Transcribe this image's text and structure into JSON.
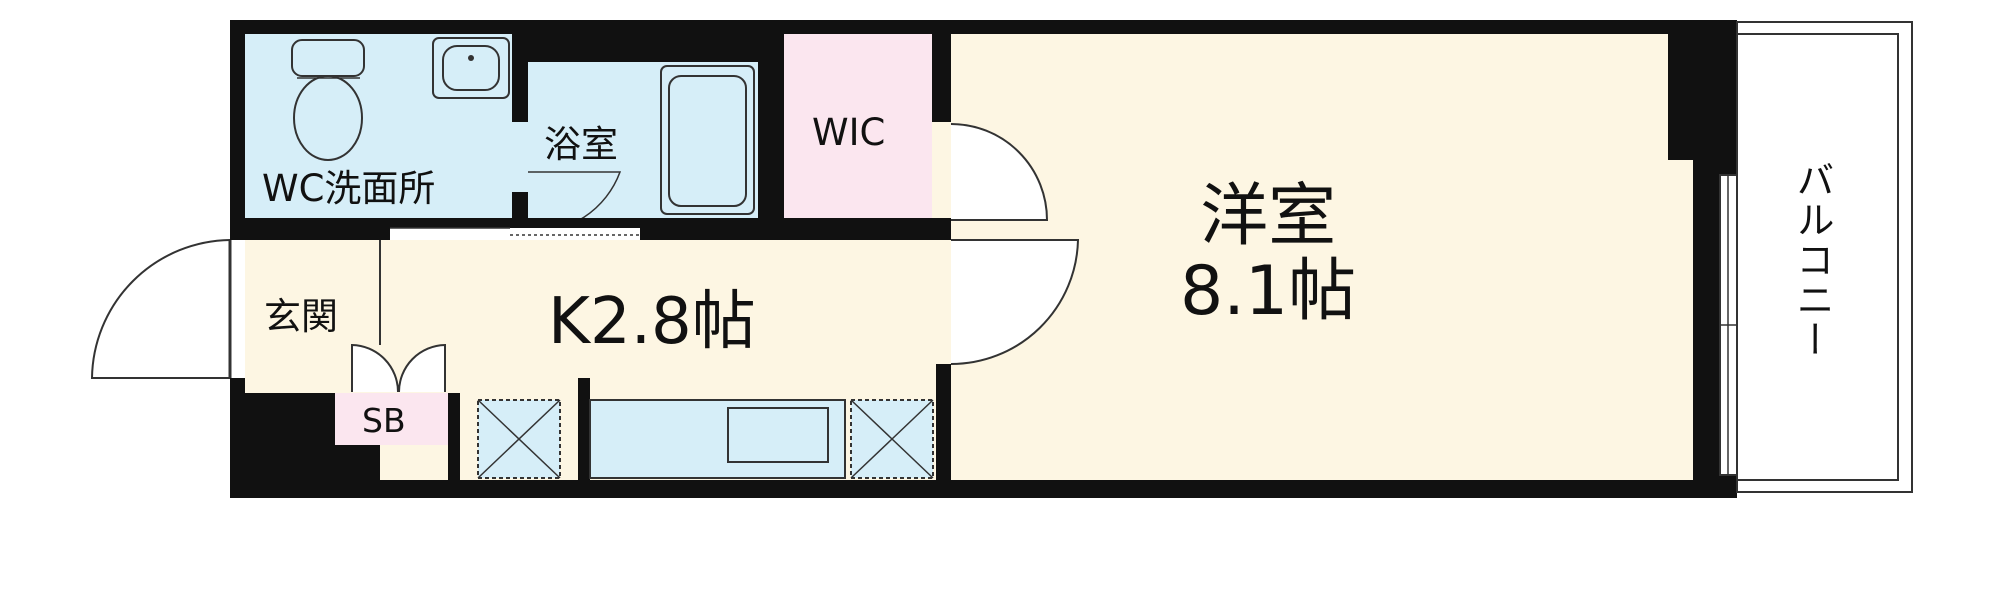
{
  "floorplan": {
    "rooms": {
      "wc_washroom": "WC洗面所",
      "bathroom": "浴室",
      "wic": "WIC",
      "entrance": "玄関",
      "shoe_box": "SB",
      "kitchen": "K2.8帖",
      "western_room_name": "洋室",
      "western_room_size": "8.1帖",
      "balcony": "バルコニー"
    },
    "colors": {
      "wall": "#111111",
      "wet_area": "#d6eef8",
      "closet": "#fbe6ef",
      "living_floor": "#fdf6e3",
      "balcony_floor": "#ffffff",
      "fixture_stroke": "#333333"
    }
  }
}
